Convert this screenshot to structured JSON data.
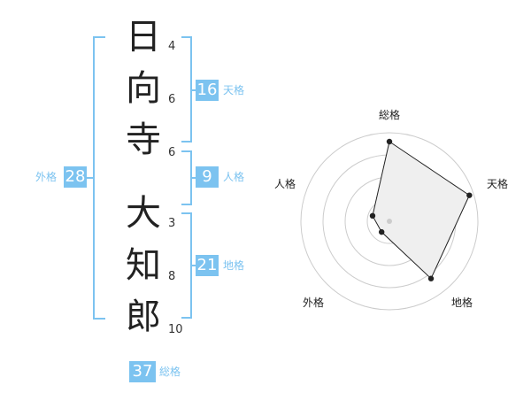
{
  "name": {
    "characters": [
      {
        "char": "日",
        "strokes": "4"
      },
      {
        "char": "向",
        "strokes": "6"
      },
      {
        "char": "寺",
        "strokes": "6"
      },
      {
        "char": "大",
        "strokes": "3"
      },
      {
        "char": "知",
        "strokes": "8"
      },
      {
        "char": "郎",
        "strokes": "10"
      }
    ]
  },
  "fortunes": {
    "tenkaku": {
      "value": "16",
      "label": "天格"
    },
    "jinkaku": {
      "value": "9",
      "label": "人格"
    },
    "chikaku": {
      "value": "21",
      "label": "地格"
    },
    "gaikaku": {
      "value": "28",
      "label": "外格"
    },
    "soukaku": {
      "value": "37",
      "label": "総格"
    }
  },
  "chart_data": {
    "type": "radar",
    "axes": [
      "総格",
      "天格",
      "地格",
      "外格",
      "人格"
    ],
    "values": [
      0.9,
      0.95,
      0.8,
      0.15,
      0.2
    ],
    "rings": 4,
    "colors": {
      "fill": "#efefef",
      "stroke": "#222222",
      "ring": "#cccccc",
      "center": "#cccccc"
    }
  },
  "colors": {
    "accent": "#7cc3f0"
  }
}
